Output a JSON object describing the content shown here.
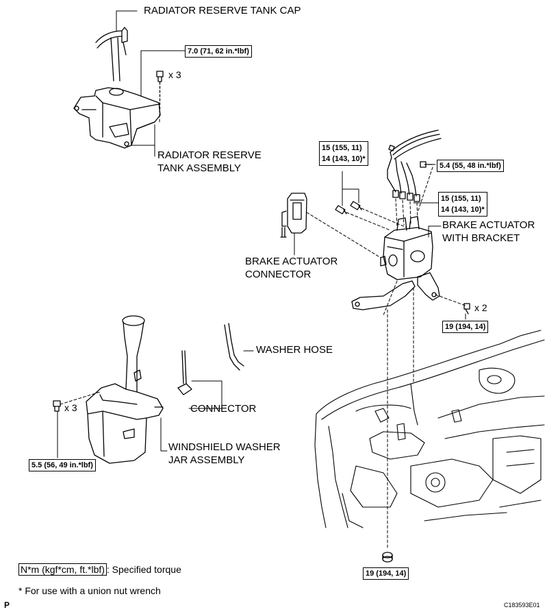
{
  "labels": {
    "radiator_cap": "RADIATOR RESERVE TANK CAP",
    "radiator_tank_l1": "RADIATOR RESERVE",
    "radiator_tank_l2": "TANK ASSEMBLY",
    "brake_connector_l1": "BRAKE ACTUATOR",
    "brake_connector_l2": "CONNECTOR",
    "brake_actuator_l1": "BRAKE ACTUATOR",
    "brake_actuator_l2": "WITH BRACKET",
    "washer_hose": "WASHER HOSE",
    "connector": "CONNECTOR",
    "washer_jar_l1": "WINDSHIELD WASHER",
    "washer_jar_l2": "JAR ASSEMBLY"
  },
  "torques": {
    "radiator_tank": "7.0 (71, 62 in.*lbf)",
    "union_left_1": "15 (155, 11)",
    "union_left_2": "14 (143, 10)*",
    "brake_bolt": "5.4 (55, 48 in.*lbf)",
    "union_right_1": "15 (155, 11)",
    "union_right_2": "14 (143, 10)*",
    "bracket_bolt": "19 (194, 14)",
    "washer_jar": "5.5 (56, 49 in.*lbf)",
    "bottom_bolt": "19 (194, 14)"
  },
  "quantities": {
    "radiator_bolts": "x 3",
    "bracket_bolts": "x 2",
    "washer_bolts": "x 3"
  },
  "legend": {
    "unit_box": "N*m (kgf*cm, ft.*lbf)",
    "unit_desc": ": Specified torque",
    "footnote": "* For use with a union nut wrench"
  },
  "corner": {
    "left": "P",
    "right": "C183593E01"
  }
}
